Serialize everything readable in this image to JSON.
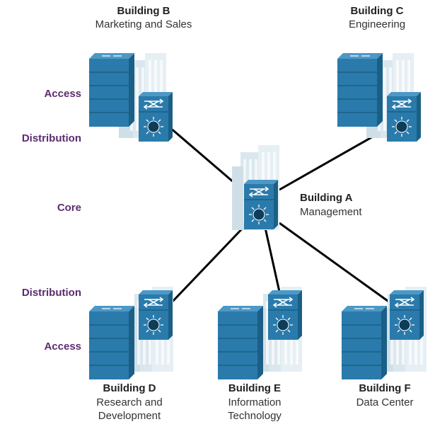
{
  "layers": {
    "access": "Access",
    "distribution": "Distribution",
    "core": "Core"
  },
  "buildings": {
    "a": {
      "name": "Building A",
      "desc": [
        "Management"
      ]
    },
    "b": {
      "name": "Building B",
      "desc": [
        "Marketing and Sales"
      ]
    },
    "c": {
      "name": "Building C",
      "desc": [
        "Engineering"
      ]
    },
    "d": {
      "name": "Building D",
      "desc": [
        "Research and",
        "Development"
      ]
    },
    "e": {
      "name": "Building E",
      "desc": [
        "Information",
        "Technology"
      ]
    },
    "f": {
      "name": "Building F",
      "desc": [
        "Data Center"
      ]
    }
  },
  "colors": {
    "layer_label": "#5b2c6f",
    "device_blue": "#2a7bab",
    "device_dark": "#1b5f86",
    "building_bg": "#d8e5ec",
    "link": "#000000"
  },
  "icons": [
    "access-switch-icon",
    "multilayer-switch-icon",
    "building-icon"
  ]
}
